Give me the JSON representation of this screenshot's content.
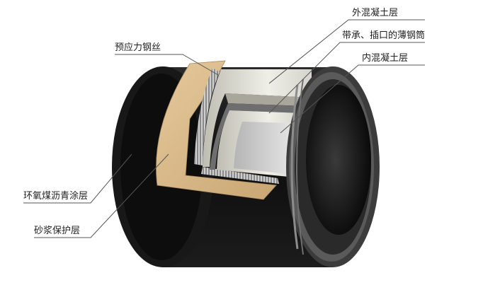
{
  "labels": {
    "outer_concrete": "外混凝土层",
    "steel_cylinder": "带承、插口的薄钢筒",
    "inner_concrete": "内混凝土层",
    "prestressed_wire": "预应力钢丝",
    "epoxy_coating": "环氧煤沥青涂层",
    "mortar_layer": "砂浆保护层"
  },
  "colors": {
    "coating_black": "#141414",
    "mortar_tan": "#d9b98a",
    "steel_grey": "#7a7a7a",
    "concrete_light": "#dcdcd4",
    "inner_grey": "#c9c9c9",
    "bore_dark": "#2a2a2a",
    "leader_line": "#555555"
  }
}
